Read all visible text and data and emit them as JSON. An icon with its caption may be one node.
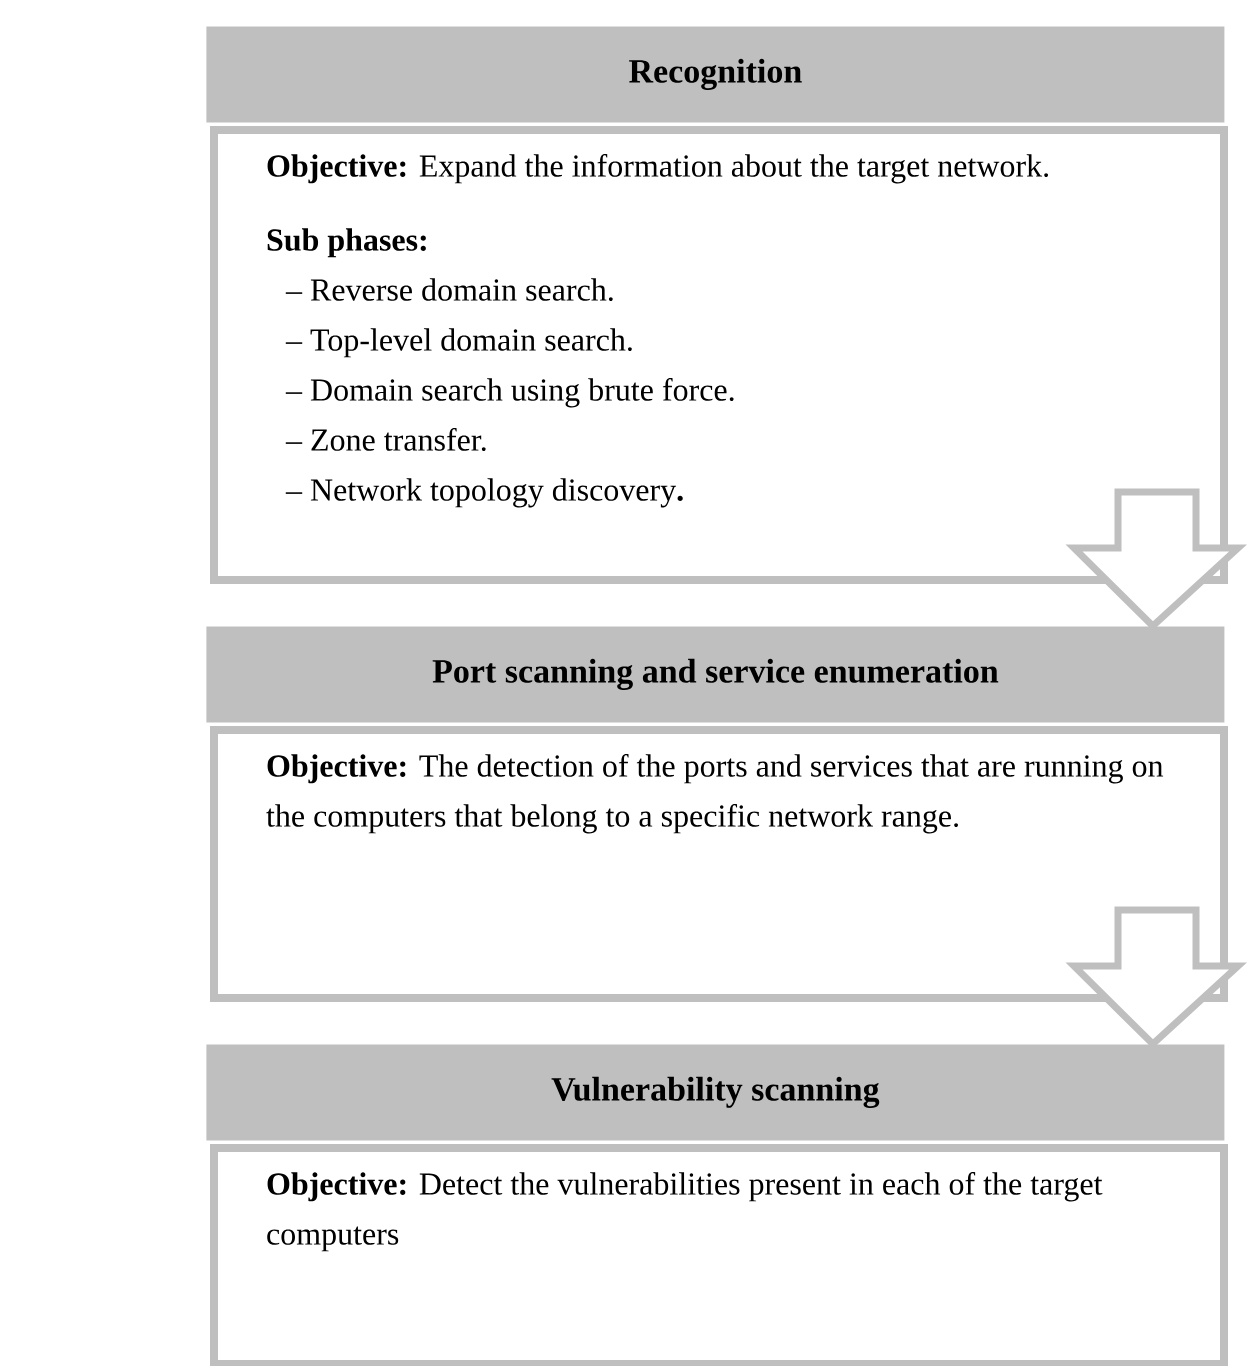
{
  "diagram": {
    "nodes": [
      {
        "text": [
          "Recognition"
        ]
      },
      {
        "text": [
          "**Objective:** Expand the information about the target network.",
          "**Sub phases:**",
          "– Reverse domain search.",
          "– Top-level domain search.",
          "– Domain search using brute force.",
          "– Zone transfer.",
          "– Network topology discovery**.**"
        ]
      },
      {
        "text": [
          "Port scanning and service enumeration"
        ]
      },
      {
        "text": [
          "**Objective:** The detection of the ports and services that are running on the computers that belong to a specific network range."
        ]
      },
      {
        "text": [
          "Vulnerability scanning"
        ]
      },
      {
        "text": [
          "**Objective:** Detect the vulnerabilities present in each of the target computers"
        ]
      }
    ],
    "edges": [
      {
        "from": 1,
        "to": 2,
        "arrow": "to"
      },
      {
        "from": 3,
        "to": 4,
        "arrow": "to"
      }
    ]
  }
}
